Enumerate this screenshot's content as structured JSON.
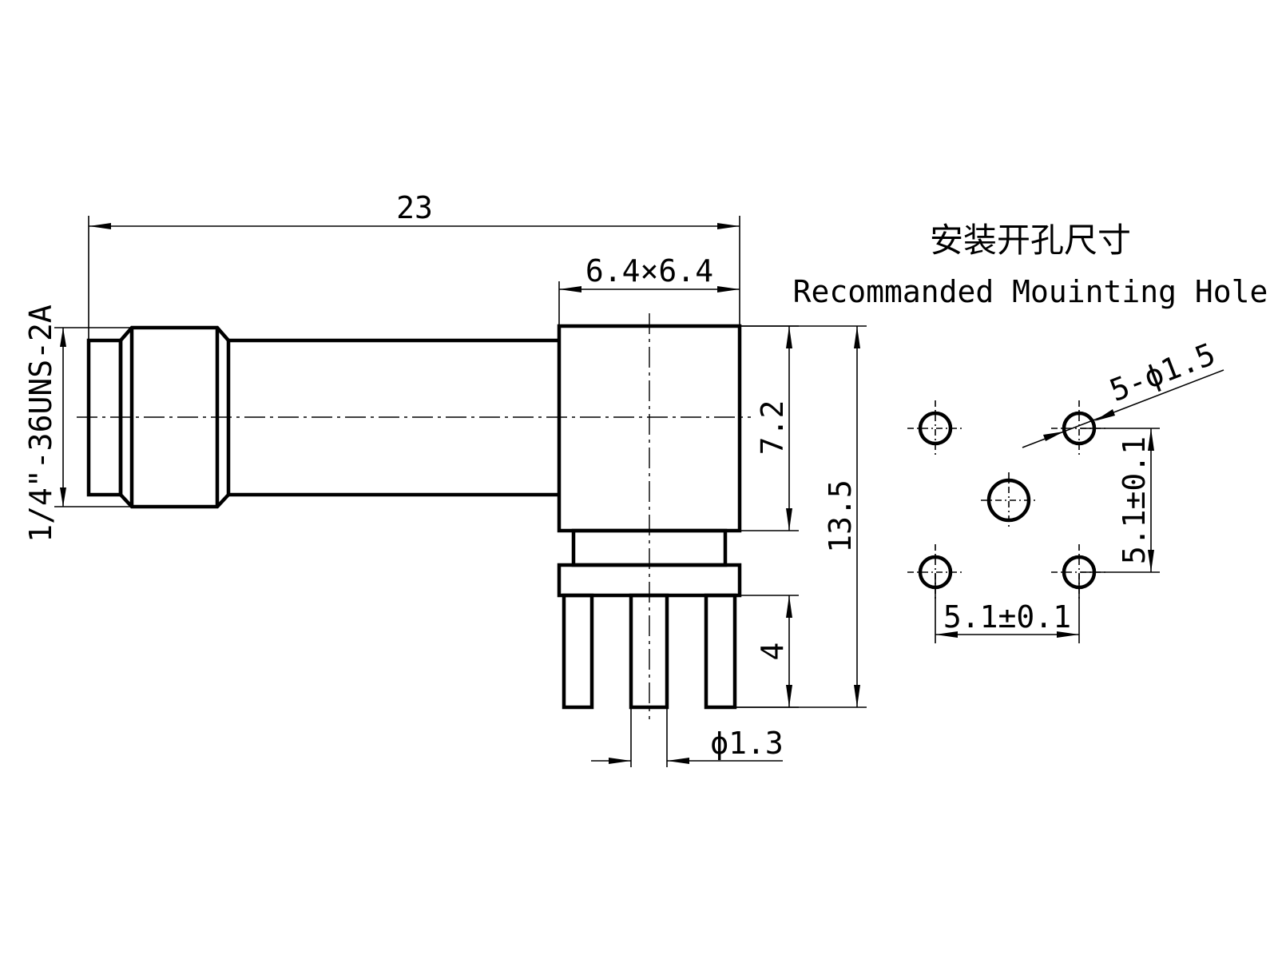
{
  "drawing": {
    "dimensions": {
      "overall_length": "23",
      "body_size": "6.4×6.4",
      "thread_spec": "1/4\"-36UNS-2A",
      "body_height": "7.2",
      "total_height": "13.5",
      "pin_length": "4",
      "pin_diameter": "ϕ1.3"
    },
    "mounting": {
      "title_cn": "安装开孔尺寸",
      "title_en": "Recommanded Mouinting Hole",
      "hole_spec": "5-ϕ1.5",
      "pitch_vertical": "5.1±0.1",
      "pitch_horizontal": "5.1±0.1"
    }
  }
}
